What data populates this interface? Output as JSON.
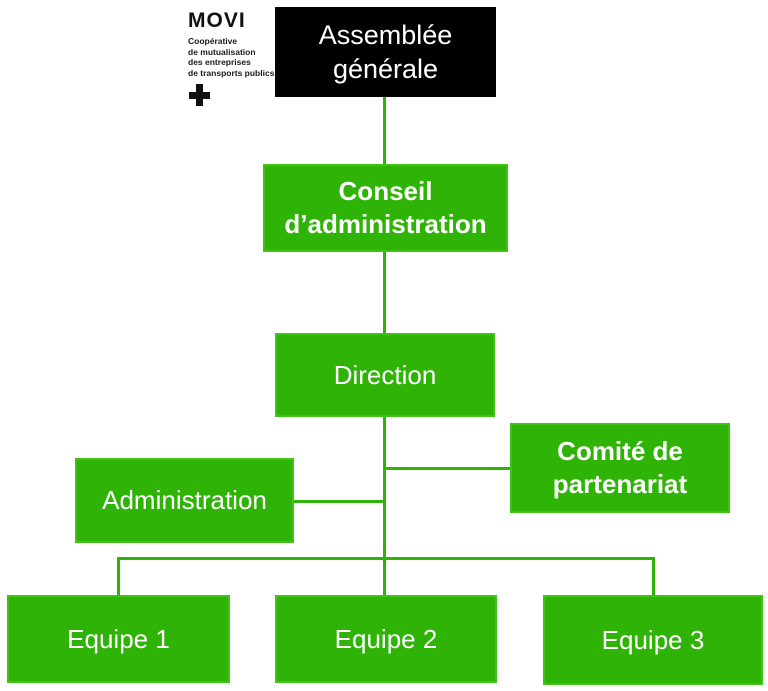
{
  "logo": {
    "brand": "MOVI",
    "tagline_lines": [
      "Coopérative",
      "de mutualisation",
      "des entreprises",
      "de transports publics"
    ],
    "plus_icon": "+"
  },
  "colors": {
    "green_fill": "#2eb306",
    "green_border": "#3fc414",
    "black_fill": "#000000",
    "node_text": "#ffffff",
    "logo_text": "#111111"
  },
  "nodes": [
    {
      "id": "assemblee",
      "label": "Assemblée générale",
      "style": "black",
      "bold": false
    },
    {
      "id": "conseil",
      "label": "Conseil d’administration",
      "style": "green",
      "bold": true
    },
    {
      "id": "direction",
      "label": "Direction",
      "style": "green",
      "bold": false
    },
    {
      "id": "administration",
      "label": "Administration",
      "style": "green",
      "bold": false
    },
    {
      "id": "comite",
      "label": "Comité de partenariat",
      "style": "green",
      "bold": true
    },
    {
      "id": "equipe1",
      "label": "Equipe 1",
      "style": "green",
      "bold": false
    },
    {
      "id": "equipe2",
      "label": "Equipe 2",
      "style": "green",
      "bold": false
    },
    {
      "id": "equipe3",
      "label": "Equipe 3",
      "style": "green",
      "bold": false
    }
  ],
  "edges": [
    {
      "from": "Assemblée générale",
      "to": "Conseil d’administration"
    },
    {
      "from": "Conseil d’administration",
      "to": "Direction"
    },
    {
      "from": "Direction",
      "to": "Administration"
    },
    {
      "from": "Direction",
      "to": "Comité de partenariat"
    },
    {
      "from": "Direction",
      "to": "Equipe 1"
    },
    {
      "from": "Direction",
      "to": "Equipe 2"
    },
    {
      "from": "Direction",
      "to": "Equipe 3"
    }
  ]
}
